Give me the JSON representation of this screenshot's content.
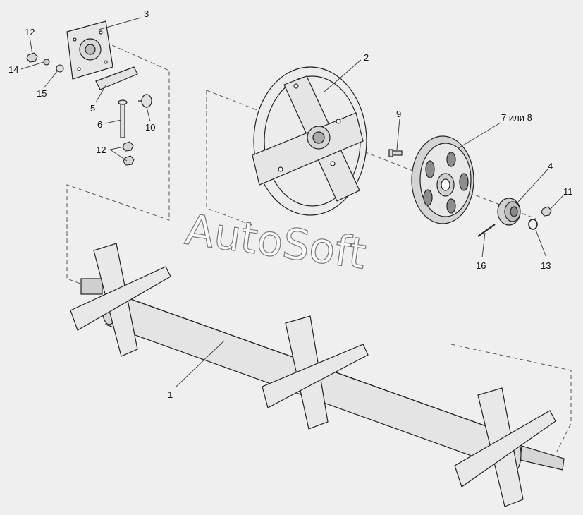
{
  "watermark": "AutoSoft",
  "callouts": {
    "c1": "1",
    "c2": "2",
    "c3": "3",
    "c4": "4",
    "c5": "5",
    "c6": "6",
    "c7": "7 или 8",
    "c9": "9",
    "c10": "10",
    "c11": "11",
    "c12a": "12",
    "c12b": "12",
    "c13": "13",
    "c14": "14",
    "c15": "15",
    "c16": "16"
  },
  "colors": {
    "background": "#efefef",
    "part_fill": "#e6e6e6",
    "outline": "#222222",
    "leader": "#444444"
  }
}
